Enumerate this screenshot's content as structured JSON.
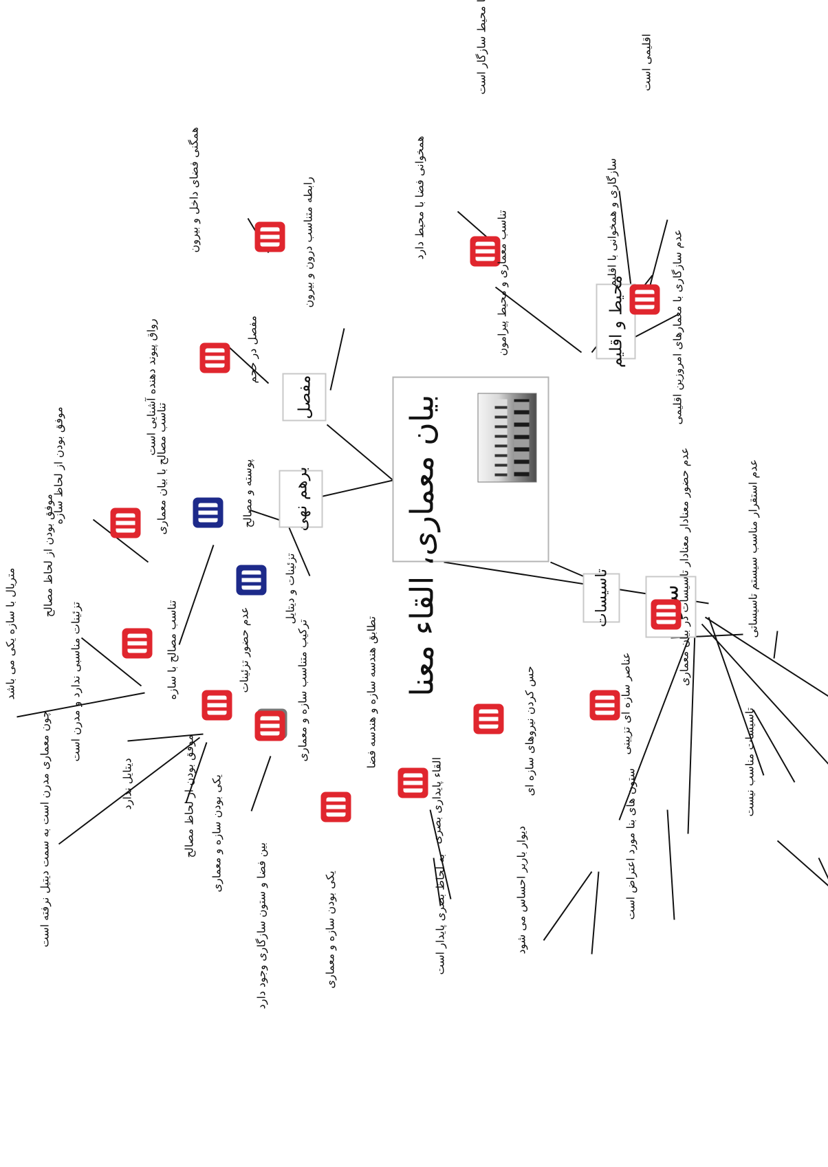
{
  "center": {
    "title": "بیان معماری، القاء معنا"
  },
  "branches": [
    {
      "id": "structure",
      "label": "سازه"
    },
    {
      "id": "installations",
      "label": "تاسیسات"
    },
    {
      "id": "environment",
      "label": "محیط و اقلیم"
    },
    {
      "id": "joint",
      "label": "مفصل"
    },
    {
      "id": "ornament",
      "label": "برهم نهی"
    }
  ],
  "labels": {
    "t1": "با محیط سازگار است",
    "t2": "اقلیمی است",
    "t3": "همخوانی فضا با محیط دارد",
    "t4": "سازگاری و همخوانی با اقلیم",
    "t5": "تناسب معماری و محیط پیرامون",
    "t6": "عدم سازگاری با معمارهای امروزین اقلیمی",
    "t7": "همگنی فضای داخل و بیرون",
    "t8": "رابطه متناسب درون و بیرون",
    "t9": "رواق پیوند دهنده آشنایی است",
    "t10": "مفصل در حجم",
    "t11": "موفق بودن از لحاظ سازه",
    "t12": "تناسب مصالح با بیان معماری",
    "t13": "پوسته و مصالح",
    "t14": "موفق بودن از لحاظ مصالح",
    "t15": "متریال با سازه یکی می باشد",
    "t16": "تناسب مصالح با سازه",
    "t17": "تزئینات و دیتایل",
    "t18": "عدم حضور تزئینات",
    "t19": "تزئینات مناسبی ندارد و مدرن است",
    "t20": "چون معماری مدرن است به سمت دیتیل نرفته است",
    "t21": "دیتایل ندارد",
    "t22": "موفق بودن از لحاظ مصالح",
    "t23": "یکی بودن سازه و معماری",
    "t24": "ترکیب متناسب سازه و معماری",
    "t25": "تطابق هندسه سازه و هندسه فضا",
    "t26": "بین فضا و ستون سازگاری وجود دارد",
    "t27": "یکی بودن سازه و معماری",
    "t28": "القاء پایداری بصری",
    "t29": "به لحاظ بصری پایدار است",
    "t30": "حس کردن نیروهای سازه ای",
    "t31": "دیوار باربر احساس می شود",
    "t32": "عناصر سازه ای تزیینی",
    "t33": "ستون های بنا مورد اعتراض است",
    "t34": "عدم حضور معنادار معنادار تاسیسات در بیان معماری",
    "t35": "عدم استقرار مناسب سیستم تاسیساتی",
    "t36": "تاسیسات مناسب نیست"
  },
  "colors": {
    "note_red": "#e0262e",
    "note_blue": "#1d2a8a",
    "line": "#111111",
    "box_border": "#c8c8c8"
  }
}
